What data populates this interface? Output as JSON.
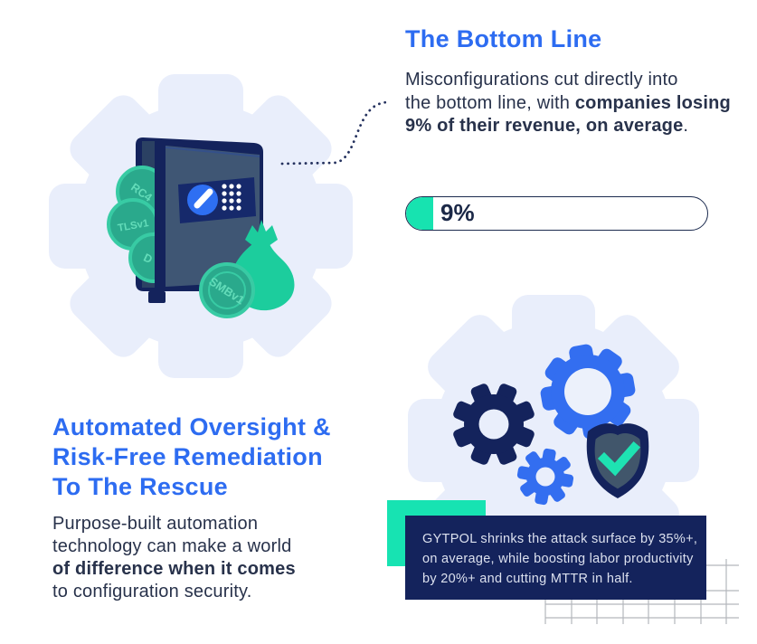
{
  "colors": {
    "accent_blue": "#2D6CF1",
    "navy": "#14235C",
    "slate": "#3F5674",
    "teal_bright": "#17E3B0",
    "coin_teal": "#2AA98C",
    "coin_rim": "#38CBA4",
    "money_bag_green": "#1CCD9D",
    "light_gear_bg": "#E9EEFB",
    "body_text": "#28324B",
    "grid_line": "#B4B6BC",
    "callout_text": "#DBE0EE"
  },
  "bottom_line": {
    "heading": "The Bottom Line",
    "body": {
      "line1": "Misconfigurations cut directly into",
      "line2_regular": "the bottom line, with ",
      "line2_bold": "companies losing",
      "line3_bold": "9% of their revenue, on average",
      "line3_suffix": "."
    },
    "progress": {
      "label": "9%",
      "value_percent": 9
    }
  },
  "rescue": {
    "heading_lines": [
      "Automated Oversight &",
      "Risk-Free Remediation",
      "To The Rescue"
    ],
    "body_lines": [
      "Purpose-built automation",
      "technology can make a world",
      "of difference when it comes",
      "to configuration security."
    ]
  },
  "callout": {
    "lines": [
      "GYTPOL shrinks the attack surface by 35%+,",
      "on average, while boosting labor productivity",
      "by 20%+ and cutting MTTR in half."
    ]
  },
  "safe_illustration": {
    "coins": [
      {
        "label": "RC4"
      },
      {
        "label": "TLSv1"
      },
      {
        "label": "D"
      },
      {
        "label": "SMBv1"
      }
    ]
  }
}
